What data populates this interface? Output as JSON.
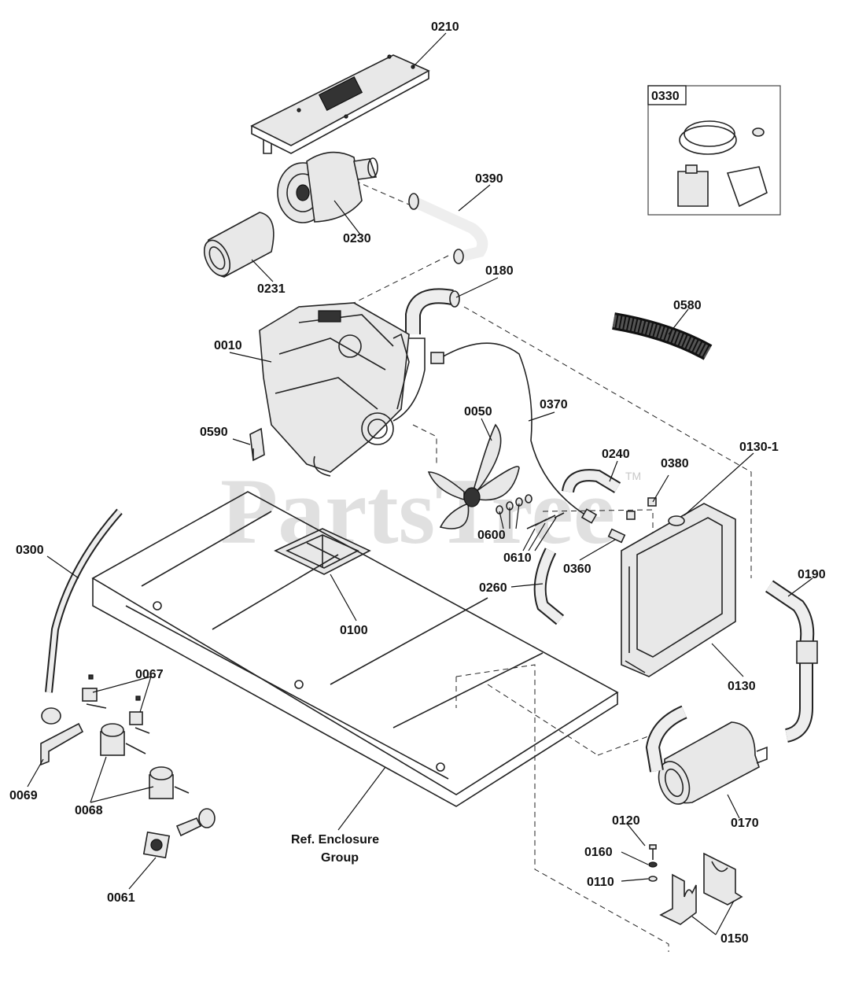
{
  "watermark": {
    "text": "PartsTree",
    "tm": "TM"
  },
  "inset": {
    "label": "0330"
  },
  "labels": {
    "p0210": "0210",
    "p0330": "0330",
    "p0390": "0390",
    "p0230": "0230",
    "p0231": "0231",
    "p0180": "0180",
    "p0580": "0580",
    "p0010": "0010",
    "p0050": "0050",
    "p0370": "0370",
    "p0590": "0590",
    "p0240": "0240",
    "p0380": "0380",
    "p0130_1": "0130-1",
    "p0600": "0600",
    "p0610": "0610",
    "p0360": "0360",
    "p0300": "0300",
    "p0260": "0260",
    "p0190": "0190",
    "p0100": "0100",
    "p0130": "0130",
    "p0067": "0067",
    "p0069": "0069",
    "p0068": "0068",
    "p0170": "0170",
    "p0120": "0120",
    "p0160": "0160",
    "p0110": "0110",
    "p0061": "0061",
    "p0150": "0150",
    "ref_line1": "Ref. Enclosure",
    "ref_line2": "Group"
  }
}
